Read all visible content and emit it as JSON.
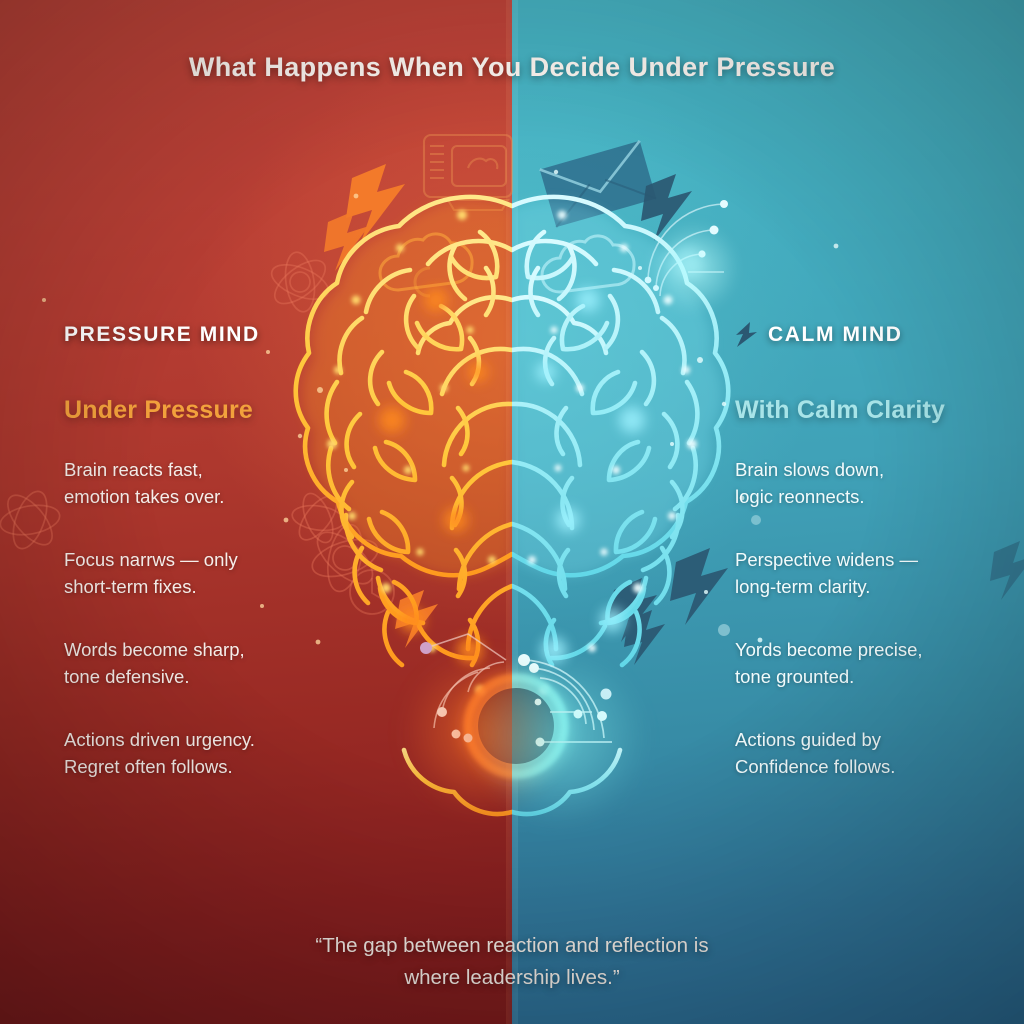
{
  "title": "What Happens When You Decide Under Pressure",
  "left": {
    "kicker": "PRESSURE MIND",
    "subhead": "Under Pressure",
    "points": [
      "Brain reacts fast,\nemotion takes over.",
      "Focus narrws — only\nshort-term fixes.",
      "Words become sharp,\ntone defensive.",
      "Actions driven urgency.\nRegret often follows."
    ]
  },
  "right": {
    "kicker": "CALM MIND",
    "kicker_icon": "lightning-bolt-icon",
    "subhead": "With Calm Clarity",
    "points": [
      "Brain slows down,\nlogic reonnects.",
      "Perspective widens —\nlong-term clarity.",
      "Yords become precise,\ntone grounted.",
      "Actions guided by\nConfidence follows."
    ]
  },
  "quote": "“The gap between reaction and reflection is\nwhere leadership lives.”",
  "graphics": {
    "center": "split-brain-illustration",
    "bottom": "split-glow-ring-network",
    "left_icons": [
      "lightning-bolt-icon",
      "monitor-icon",
      "cloud-icon",
      "atom-icon",
      "clock-icon"
    ],
    "right_icons": [
      "envelope-icon",
      "cloud-icon",
      "lightning-bolt-icon",
      "arc-network-icon"
    ]
  },
  "colors": {
    "left_bg": "#bb4036",
    "right_bg": "#44aec0",
    "left_accent": "#f2a13c",
    "right_accent": "#a8e4e8",
    "brain_left": "#ffd24a",
    "brain_right": "#8ee8f2",
    "title": "#fdf7f2"
  }
}
